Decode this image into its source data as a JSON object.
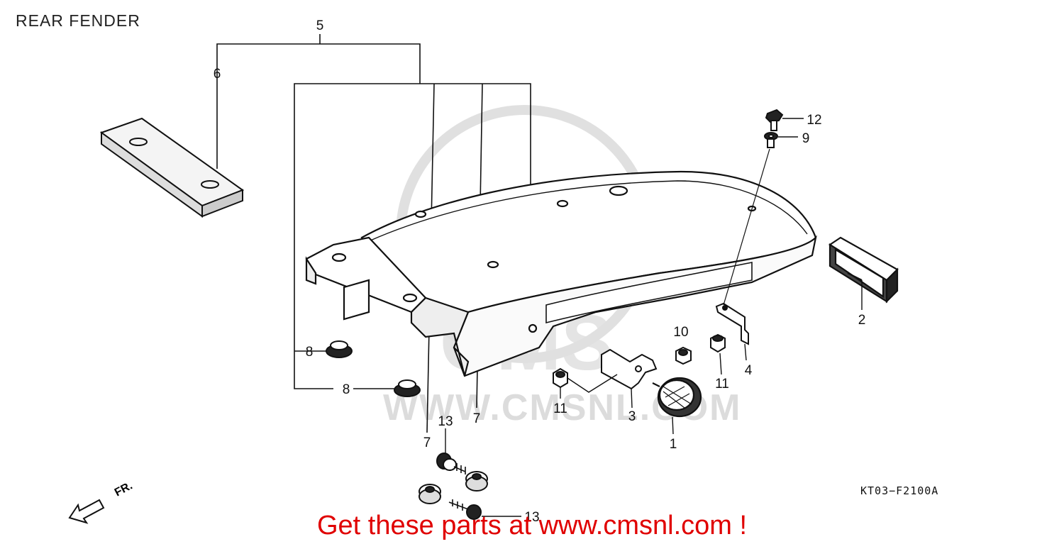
{
  "title": "REAR FENDER",
  "diagram_code": "KT03−F2100A",
  "promo_text": "Get these parts at www.cmsnl.com !",
  "watermark": {
    "brand": "CMS",
    "url": "WWW.CMSNL.COM"
  },
  "direction_label": "FR.",
  "callouts": {
    "c1": "1",
    "c2": "2",
    "c3": "3",
    "c4": "4",
    "c5": "5",
    "c6": "6",
    "c7a": "7",
    "c7b": "7",
    "c8a": "8",
    "c8b": "8",
    "c9": "9",
    "c10": "10",
    "c11a": "11",
    "c11b": "11",
    "c12": "12",
    "c13a": "13",
    "c13b": "13"
  },
  "colors": {
    "line": "#111111",
    "promo": "#e00000",
    "watermark": "#d9d9d9"
  }
}
